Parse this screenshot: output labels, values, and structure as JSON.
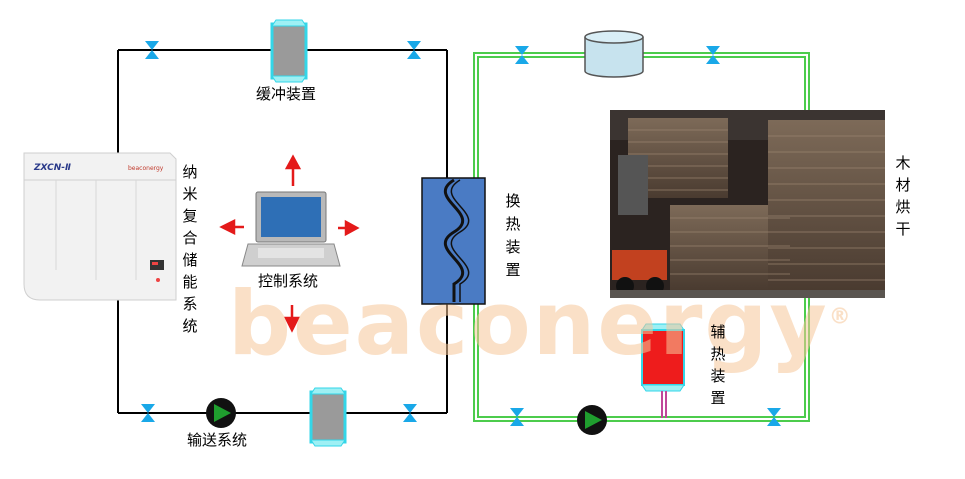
{
  "watermark": {
    "text": "beaconergy",
    "mark": "®"
  },
  "storage_unit": {
    "model": "ZXCN-Ⅱ",
    "brand": "beaconergy",
    "label": "纳米复合储能系统"
  },
  "buffer": {
    "label": "缓冲装置"
  },
  "control": {
    "label": "控制系统"
  },
  "exchanger": {
    "label": "换热装置"
  },
  "delivery": {
    "label": "输送系统"
  },
  "auxiliary": {
    "label": "辅热装置"
  },
  "drying": {
    "label": "木材烘干"
  },
  "colors": {
    "primary_loop": "#000000",
    "secondary_loop": "#4ccc4c",
    "valve": "#19a8e8",
    "pump": "#1f9e2e",
    "arrow": "#e41a1a",
    "exchanger": "#4a7bc4",
    "heater": "#ee1c1c",
    "tank": "#c7e3ee"
  }
}
